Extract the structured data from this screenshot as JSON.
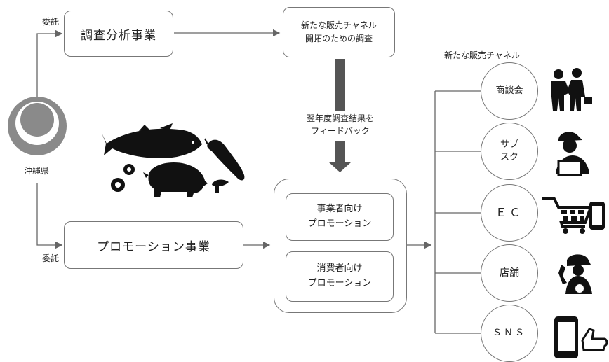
{
  "prefecture": {
    "label": "沖縄県"
  },
  "entrust_label_top": "委託",
  "entrust_label_bottom": "委託",
  "research_box": {
    "label": "調査分析事業"
  },
  "survey_box": {
    "label": "新たな販売チャネル\n開拓のための調査"
  },
  "feedback_label": "翌年度調査結果を\nフィードバック",
  "promotion_box": {
    "label": "プロモーション事業"
  },
  "promotion_targets": [
    {
      "label": "事業者向け\nプロモーション"
    },
    {
      "label": "消費者向け\nプロモーション"
    }
  ],
  "channels_title": "新たな販売チャネル",
  "channels": [
    {
      "label": "商談会"
    },
    {
      "label": "サブ\nスク"
    },
    {
      "label": "ＥＣ"
    },
    {
      "label": "店舗"
    },
    {
      "label": "ＳＮＳ"
    }
  ],
  "colors": {
    "line": "#666666",
    "border": "#777777",
    "arrow_bar": "#555555",
    "silhouette": "#111111"
  },
  "icons": [
    "prefecture-logo-icon",
    "fish-icon",
    "bitter-melon-icon",
    "flower-icon",
    "pig-icon",
    "mushroom-icon",
    "handshake-icon",
    "delivery-person-icon",
    "cart-phone-icon",
    "shop-clerk-icon",
    "smartphone-thumbs-up-icon"
  ]
}
